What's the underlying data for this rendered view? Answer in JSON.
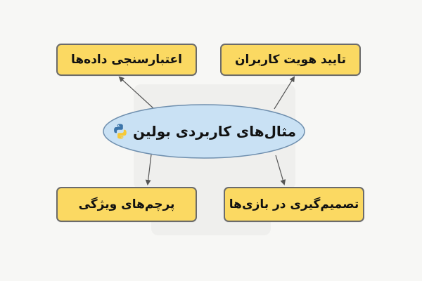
{
  "center": {
    "label": "مثال‌های کاربردی بولین",
    "icon": "python-logo-icon"
  },
  "nodes": {
    "top_left": "اعتبارسنجی داده‌ها",
    "top_right": "تایید هویت کاربران",
    "bottom_left": "پرچم‌های ویژگی",
    "bottom_right": "تصمیم‌گیری در بازی‌ها"
  },
  "colors": {
    "background": "#f7f7f5",
    "box_fill": "#fbd962",
    "box_border": "#6b6b6b",
    "ellipse_fill": "#c9e1f4",
    "ellipse_border": "#6f8fae",
    "arrow": "#555555",
    "python_blue": "#3b74a9",
    "python_yellow": "#f6c937"
  }
}
